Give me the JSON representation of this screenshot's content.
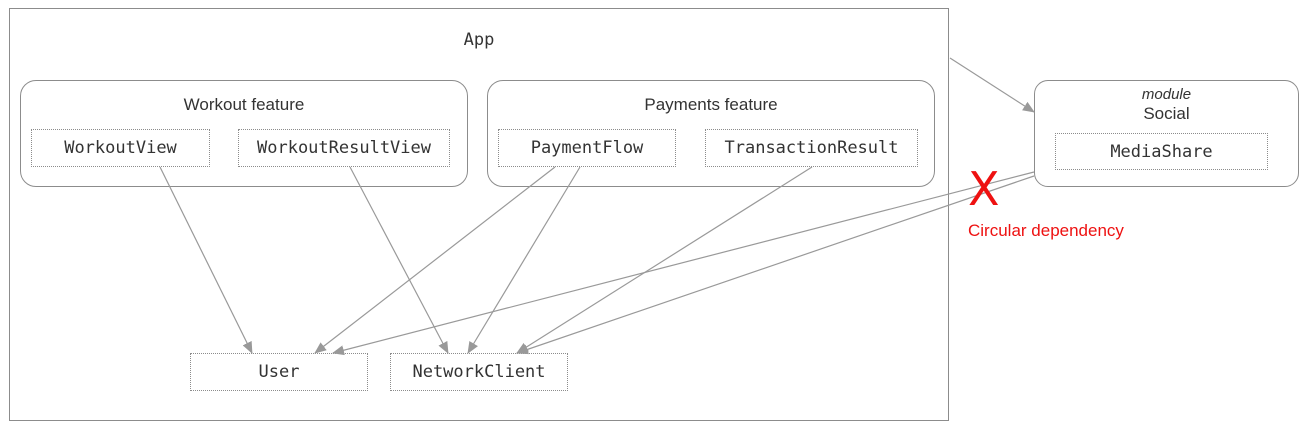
{
  "app": {
    "title": "App"
  },
  "workout": {
    "title": "Workout feature",
    "items": [
      "WorkoutView",
      "WorkoutResultView"
    ]
  },
  "payments": {
    "title": "Payments feature",
    "items": [
      "PaymentFlow",
      "TransactionResult"
    ]
  },
  "social": {
    "keyword": "module",
    "title": "Social",
    "items": [
      "MediaShare"
    ]
  },
  "shared": {
    "items": [
      "User",
      "NetworkClient"
    ]
  },
  "warning": {
    "mark": "X",
    "label": "Circular dependency",
    "color": "#ee1111"
  },
  "colors": {
    "border": "#8c8c8c",
    "edge": "#999999",
    "text": "#333333"
  },
  "edges": [
    {
      "from": "WorkoutView",
      "to": "User"
    },
    {
      "from": "WorkoutResultView",
      "to": "NetworkClient"
    },
    {
      "from": "PaymentFlow",
      "to": "User"
    },
    {
      "from": "PaymentFlow",
      "to": "NetworkClient"
    },
    {
      "from": "TransactionResult",
      "to": "NetworkClient"
    },
    {
      "from": "App",
      "to": "Social"
    },
    {
      "from": "Social",
      "to": "User"
    },
    {
      "from": "Social",
      "to": "NetworkClient"
    }
  ]
}
